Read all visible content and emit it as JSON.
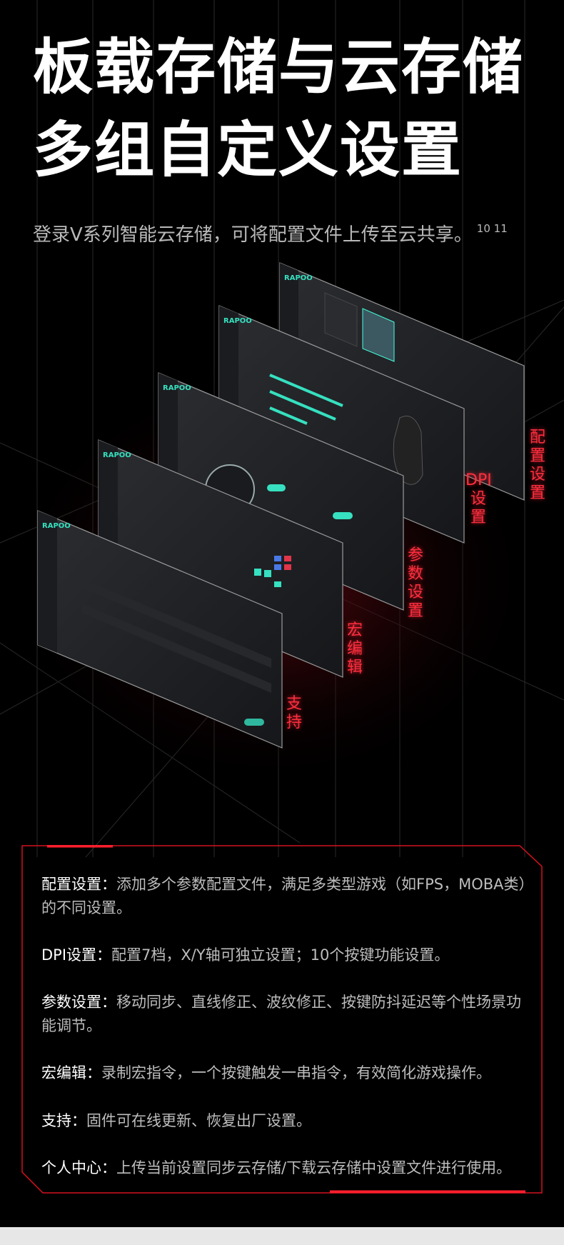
{
  "heading": {
    "line1": "板载存储与云存储",
    "line2": "多组自定义设置"
  },
  "subtitle": {
    "text": "登录V系列智能云存储，可将配置文件上传至云共享。",
    "note": "10 11"
  },
  "panels": {
    "brand": "RAPOO",
    "labels": [
      "配置设置",
      "DPI设置",
      "参数设置",
      "宏编辑",
      "支持"
    ]
  },
  "features": [
    {
      "key": "配置设置：",
      "text": "添加多个参数配置文件，满足多类型游戏（如FPS，MOBA类）的不同设置。"
    },
    {
      "key": "DPI设置：",
      "text": "配置7档，X/Y轴可独立设置；10个按键功能设置。"
    },
    {
      "key": "参数设置：",
      "text": "移动同步、直线修正、波纹修正、按键防抖延迟等个性场景功能调节。"
    },
    {
      "key": "宏编辑：",
      "text": "录制宏指令，一个按键触发一串指令，有效简化游戏操作。"
    },
    {
      "key": "支持：",
      "text": "固件可在线更新、恢复出厂设置。"
    },
    {
      "key": "个人中心：",
      "text": "上传当前设置同步云存储/下载云存储中设置文件进行使用。"
    }
  ],
  "colors": {
    "accent_red": "#ff2e3d",
    "accent_teal": "#36e0c0",
    "background": "#000000"
  }
}
